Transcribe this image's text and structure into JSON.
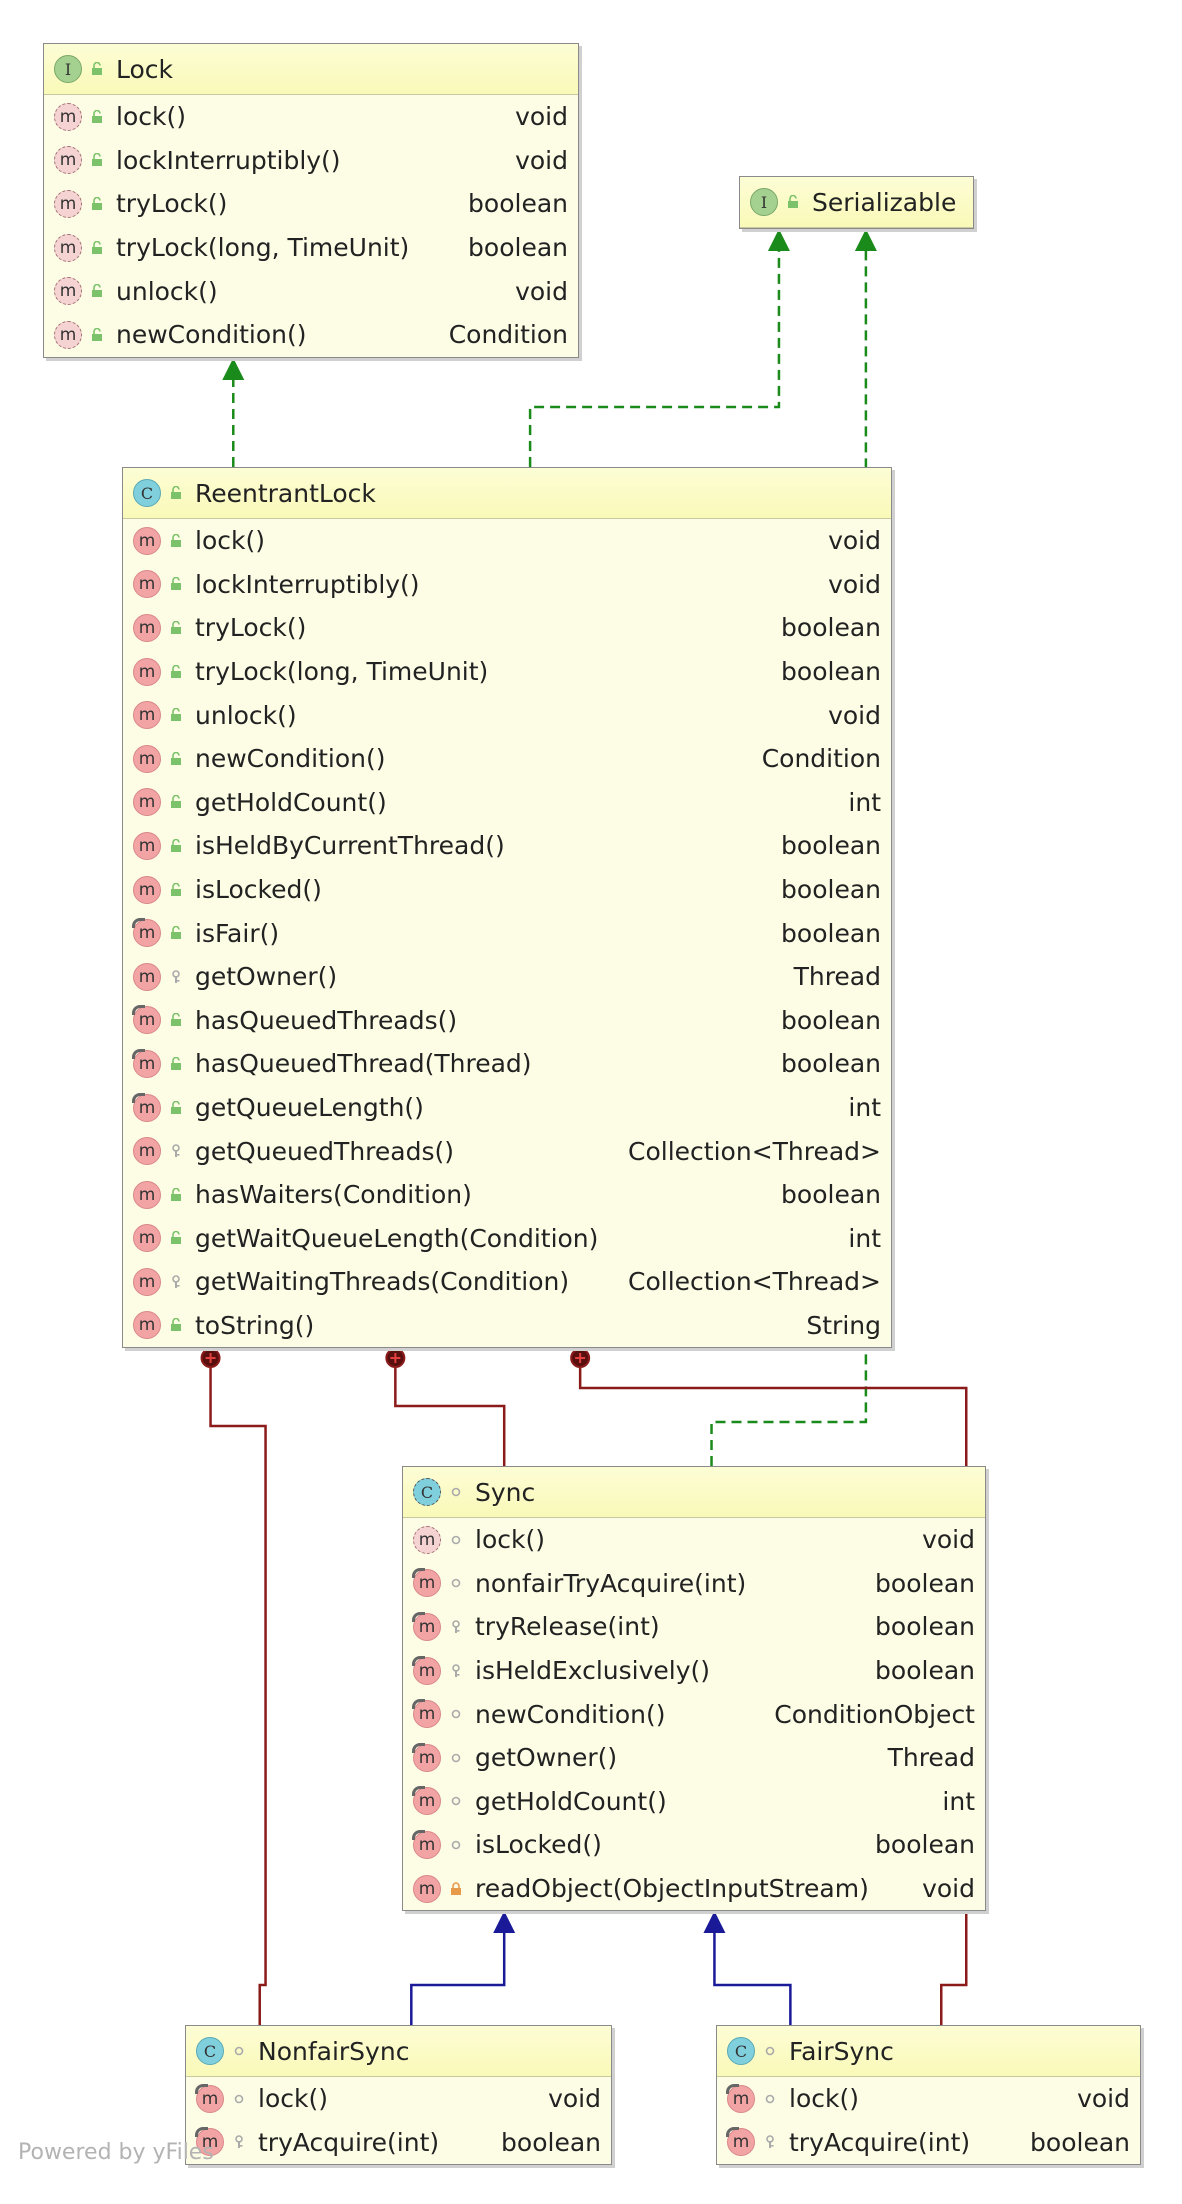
{
  "nodes": {
    "lock": {
      "kind": "I",
      "name": "Lock",
      "members": [
        {
          "name": "lock()",
          "type": "void",
          "vis": "public",
          "abstract": true
        },
        {
          "name": "lockInterruptibly()",
          "type": "void",
          "vis": "public",
          "abstract": true
        },
        {
          "name": "tryLock()",
          "type": "boolean",
          "vis": "public",
          "abstract": true
        },
        {
          "name": "tryLock(long, TimeUnit)",
          "type": "boolean",
          "vis": "public",
          "abstract": true
        },
        {
          "name": "unlock()",
          "type": "void",
          "vis": "public",
          "abstract": true
        },
        {
          "name": "newCondition()",
          "type": "Condition",
          "vis": "public",
          "abstract": true
        }
      ]
    },
    "serializable": {
      "kind": "I",
      "name": "Serializable",
      "members": []
    },
    "reentrantlock": {
      "kind": "C",
      "name": "ReentrantLock",
      "members": [
        {
          "name": "lock()",
          "type": "void",
          "vis": "public"
        },
        {
          "name": "lockInterruptibly()",
          "type": "void",
          "vis": "public"
        },
        {
          "name": "tryLock()",
          "type": "boolean",
          "vis": "public"
        },
        {
          "name": "tryLock(long, TimeUnit)",
          "type": "boolean",
          "vis": "public"
        },
        {
          "name": "unlock()",
          "type": "void",
          "vis": "public"
        },
        {
          "name": "newCondition()",
          "type": "Condition",
          "vis": "public"
        },
        {
          "name": "getHoldCount()",
          "type": "int",
          "vis": "public"
        },
        {
          "name": "isHeldByCurrentThread()",
          "type": "boolean",
          "vis": "public"
        },
        {
          "name": "isLocked()",
          "type": "boolean",
          "vis": "public"
        },
        {
          "name": "isFair()",
          "type": "boolean",
          "vis": "public",
          "override": true
        },
        {
          "name": "getOwner()",
          "type": "Thread",
          "vis": "protected"
        },
        {
          "name": "hasQueuedThreads()",
          "type": "boolean",
          "vis": "public",
          "override": true
        },
        {
          "name": "hasQueuedThread(Thread)",
          "type": "boolean",
          "vis": "public",
          "override": true
        },
        {
          "name": "getQueueLength()",
          "type": "int",
          "vis": "public",
          "override": true
        },
        {
          "name": "getQueuedThreads()",
          "type": "Collection<Thread>",
          "vis": "protected"
        },
        {
          "name": "hasWaiters(Condition)",
          "type": "boolean",
          "vis": "public"
        },
        {
          "name": "getWaitQueueLength(Condition)",
          "type": "int",
          "vis": "public"
        },
        {
          "name": "getWaitingThreads(Condition)",
          "type": "Collection<Thread>",
          "vis": "protected"
        },
        {
          "name": "toString()",
          "type": "String",
          "vis": "public"
        }
      ]
    },
    "sync": {
      "kind": "AC",
      "name": "Sync",
      "members": [
        {
          "name": "lock()",
          "type": "void",
          "vis": "package",
          "abstract": true
        },
        {
          "name": "nonfairTryAcquire(int)",
          "type": "boolean",
          "vis": "package",
          "override": true
        },
        {
          "name": "tryRelease(int)",
          "type": "boolean",
          "vis": "protected",
          "override": true
        },
        {
          "name": "isHeldExclusively()",
          "type": "boolean",
          "vis": "protected",
          "override": true
        },
        {
          "name": "newCondition()",
          "type": "ConditionObject",
          "vis": "package",
          "override": true
        },
        {
          "name": "getOwner()",
          "type": "Thread",
          "vis": "package",
          "override": true
        },
        {
          "name": "getHoldCount()",
          "type": "int",
          "vis": "package",
          "override": true
        },
        {
          "name": "isLocked()",
          "type": "boolean",
          "vis": "package",
          "override": true
        },
        {
          "name": "readObject(ObjectInputStream)",
          "type": "void",
          "vis": "private"
        }
      ]
    },
    "nonfairsync": {
      "kind": "C",
      "name": "NonfairSync",
      "members": [
        {
          "name": "lock()",
          "type": "void",
          "vis": "package",
          "override": true
        },
        {
          "name": "tryAcquire(int)",
          "type": "boolean",
          "vis": "protected",
          "override": true
        }
      ]
    },
    "fairsync": {
      "kind": "C",
      "name": "FairSync",
      "members": [
        {
          "name": "lock()",
          "type": "void",
          "vis": "package",
          "override": true
        },
        {
          "name": "tryAcquire(int)",
          "type": "boolean",
          "vis": "protected",
          "override": true
        }
      ]
    }
  },
  "edges": [
    {
      "from": "reentrantlock",
      "to": "lock",
      "kind": "implements",
      "color": "#1a8a1a"
    },
    {
      "from": "reentrantlock",
      "to": "serializable",
      "kind": "implements",
      "color": "#1a8a1a"
    },
    {
      "from": "sync",
      "to": "serializable",
      "kind": "implements",
      "color": "#1a8a1a"
    },
    {
      "from": "sync",
      "to": "reentrantlock",
      "kind": "inner",
      "color": "#8b1a1a"
    },
    {
      "from": "nonfairsync",
      "to": "reentrantlock",
      "kind": "inner",
      "color": "#8b1a1a"
    },
    {
      "from": "fairsync",
      "to": "reentrantlock",
      "kind": "inner",
      "color": "#8b1a1a"
    },
    {
      "from": "nonfairsync",
      "to": "sync",
      "kind": "extends",
      "color": "#1a1a99"
    },
    {
      "from": "fairsync",
      "to": "sync",
      "kind": "extends",
      "color": "#1a1a99"
    }
  ],
  "watermark": "Powered by yFiles"
}
